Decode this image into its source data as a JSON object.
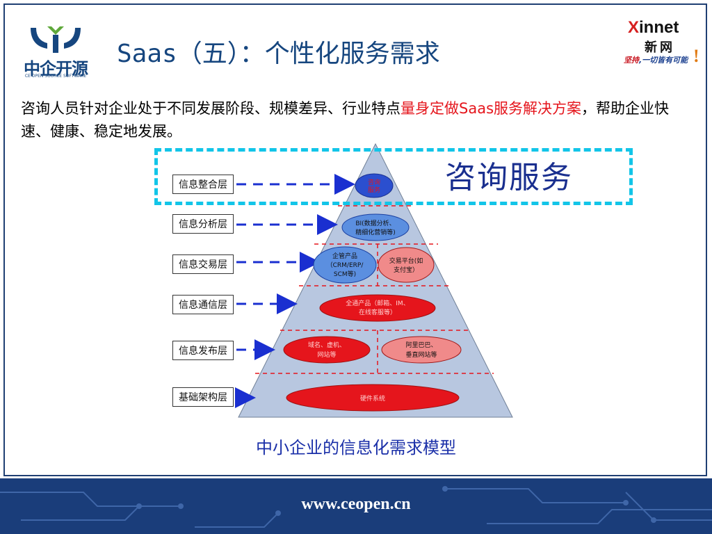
{
  "header": {
    "title": "Saas（五）：个性化服务需求",
    "left_logo": {
      "brand": "中企开源",
      "sub": "CE OPEN SOURCE SOFTWARE",
      "icon": "ce-logo-icon"
    },
    "right_logo": {
      "brand_x": "X",
      "brand_rest": "innet",
      "cn": "新网",
      "slogan_a": "坚持",
      "slogan_b": ",一切皆有可能",
      "bang": "!"
    }
  },
  "intro": {
    "part1": "咨询人员针对企业处于不同发展阶段、规模差异、行业特点",
    "highlight": "量身定做Saas服务解决方案",
    "part2": "，帮助企业快速、健康、稳定地发展。"
  },
  "consult_label": "咨询服务",
  "layers": [
    {
      "label": "信息整合层"
    },
    {
      "label": "信息分析层"
    },
    {
      "label": "信息交易层"
    },
    {
      "label": "信息通信层"
    },
    {
      "label": "信息发布层"
    },
    {
      "label": "基础架构层"
    }
  ],
  "pyramid": {
    "consult_node": {
      "line1": "咨询",
      "line2": "服务"
    },
    "bi": {
      "line1": "BI(数据分析、",
      "line2": "精细化营销等)"
    },
    "erp": {
      "line1": "企管产品",
      "line2": "（CRM/ERP/",
      "line3": "SCM等)"
    },
    "trade": {
      "line1": "交易平台(如",
      "line2": "支付宝）"
    },
    "comm": {
      "line1": "全通产品（邮箱、IM、",
      "line2": "在线客服等）"
    },
    "domain": {
      "line1": "域名、虚机、",
      "line2": "网站等"
    },
    "alibaba": {
      "line1": "阿里巴巴、",
      "line2": "垂直网站等"
    },
    "hardware": {
      "line1": "硬件系统"
    }
  },
  "caption": "中小企业的信息化需求模型",
  "footer": {
    "url": "www.ceopen.cn"
  },
  "colors": {
    "accent_blue": "#16467f",
    "red": "#e5151c",
    "cyan": "#12c5e8",
    "pyramid": "#b8c7e0",
    "footer": "#1a3d7a"
  }
}
